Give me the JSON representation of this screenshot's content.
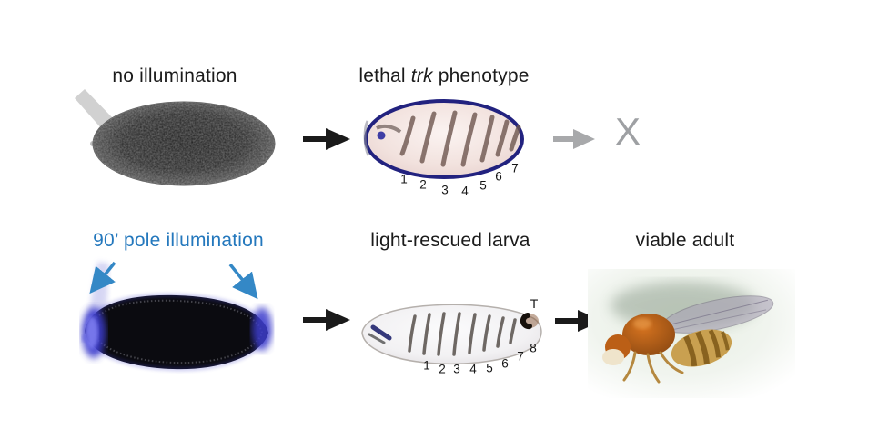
{
  "colors": {
    "accent_blue": "#2478bd",
    "muted_gray": "#9ea0a3",
    "ink": "#1b1b1b"
  },
  "top_row": {
    "no_illumination": {
      "title": "no illumination"
    },
    "lethal_phenotype": {
      "title_pre": "lethal ",
      "title_gene": "trk",
      "title_post": " phenotype",
      "segments": [
        "1",
        "2",
        "3",
        "4",
        "5",
        "6",
        "7"
      ]
    },
    "dead_outcome": {
      "x_mark": "X"
    }
  },
  "bottom_row": {
    "pole_illumination": {
      "title": "90’ pole illumination"
    },
    "light_rescued": {
      "title": "light-rescued larva",
      "segments": [
        "1",
        "2",
        "3",
        "4",
        "5",
        "6",
        "7",
        "8"
      ],
      "tail_label": "T"
    },
    "viable_adult": {
      "title": "viable adult"
    }
  }
}
